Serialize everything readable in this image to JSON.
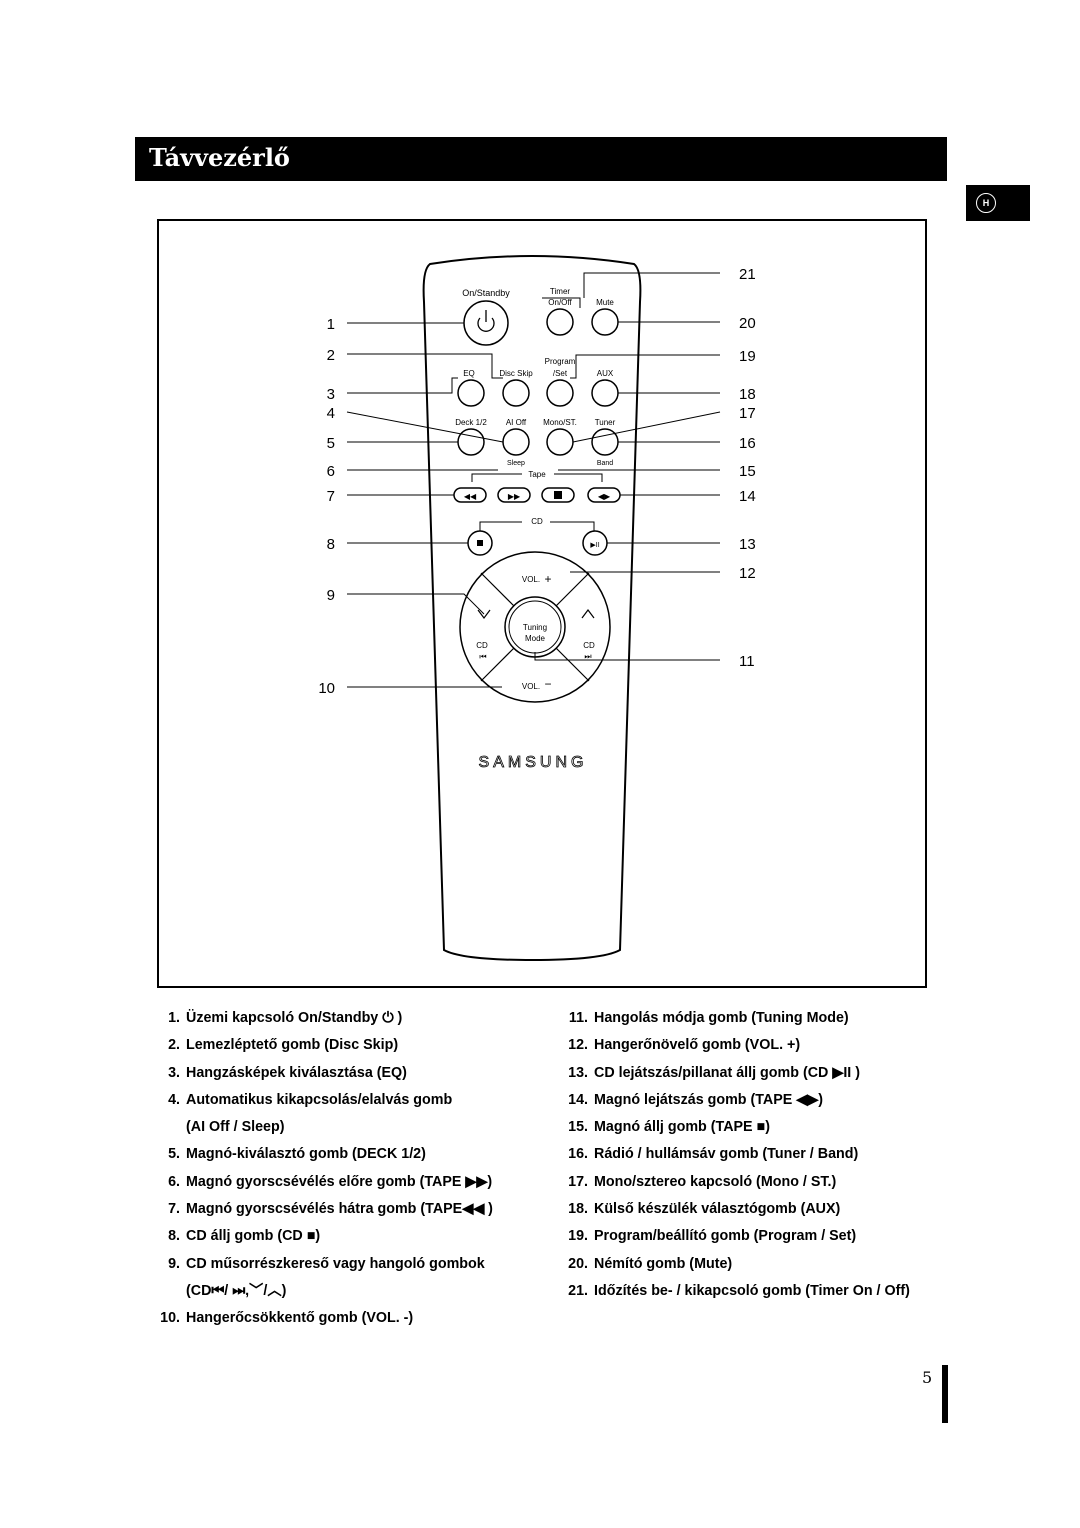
{
  "header": {
    "title": "Távvezérlő"
  },
  "lang_tab": {
    "label": "H"
  },
  "remote": {
    "brand": "SAMSUNG",
    "labels": {
      "on_standby": "On/Standby",
      "timer": "Timer",
      "on_off": "On/Off",
      "mute": "Mute",
      "program": "Program",
      "set": "/Set",
      "eq": "EQ",
      "disc_skip": "Disc Skip",
      "aux": "AUX",
      "deck": "Deck 1/2",
      "ai_off": "AI Off",
      "mono_st": "Mono/ST.",
      "tuner": "Tuner",
      "sleep": "Sleep",
      "band": "Band",
      "tape": "Tape",
      "cd": "CD",
      "vol_plus": "VOL.",
      "vol_minus": "VOL.",
      "tuning": "Tuning",
      "mode": "Mode",
      "cd_left": "CD",
      "cd_right": "CD"
    },
    "callouts_left": [
      "1",
      "2",
      "3",
      "4",
      "5",
      "6",
      "7",
      "8",
      "9",
      "10"
    ],
    "callouts_right": [
      "21",
      "20",
      "19",
      "18",
      "17",
      "16",
      "15",
      "14",
      "13",
      "12",
      "11"
    ]
  },
  "legend_left": [
    {
      "num": "1.",
      "text": "Üzemi kapcsoló  On/Standby ⏻ )",
      "prefix": "",
      "cont": ""
    },
    {
      "num": "2.",
      "text": "Lemezléptető gomb  (Disc Skip)",
      "cont": ""
    },
    {
      "num": "3.",
      "text": "Hangzásképek kiválasztása (EQ)",
      "cont": ""
    },
    {
      "num": "4.",
      "text": "Automatikus kikapcsolás/elalvás gomb",
      "cont": "(AI Off / Sleep)"
    },
    {
      "num": "5.",
      "text": "Magnó-kiválasztó gomb  (DECK 1/2)",
      "cont": ""
    },
    {
      "num": "6.",
      "text": "Magnó gyorscsévélés előre gomb  (TAPE ▶▶)",
      "cont": ""
    },
    {
      "num": "7.",
      "text": "Magnó gyorscsévélés hátra gomb  (TAPE◀◀ )",
      "cont": ""
    },
    {
      "num": "8.",
      "text": "CD állj gomb  (CD ■)",
      "cont": ""
    },
    {
      "num": "9.",
      "text": "CD műsorrészkereső vagy hangoló gombok",
      "cont": "(CD⏮/ ⏭,﹀/︿)"
    },
    {
      "num": "10.",
      "text": "Hangerőcsökkentő gomb  (VOL. -)",
      "cont": ""
    }
  ],
  "legend_right": [
    {
      "num": "11.",
      "text": "Hangolás módja gomb  (Tuning Mode)"
    },
    {
      "num": "12.",
      "text": "Hangerőnövelő gomb  (VOL. +)"
    },
    {
      "num": "13.",
      "text": "CD lejátszás/pillanat állj gomb  (CD ▶II )"
    },
    {
      "num": "14.",
      "text": "Magnó lejátszás gomb (TAPE  ◀▶)"
    },
    {
      "num": "15.",
      "text": "Magnó állj gomb (TAPE ■)"
    },
    {
      "num": "16.",
      "text": "Rádió / hullámsáv gomb  (Tuner / Band)"
    },
    {
      "num": "17.",
      "text": "Mono/sztereo kapcsoló  (Mono / ST.)"
    },
    {
      "num": "18.",
      "text": "Külső készülék választógomb (AUX)"
    },
    {
      "num": "19.",
      "text": "Program/beállító gomb (Program / Set)"
    },
    {
      "num": "20.",
      "text": "Némító gomb  (Mute)"
    },
    {
      "num": "21.",
      "text": "Időzítés be- / kikapcsoló gomb (Timer On / Off)"
    }
  ],
  "page": {
    "number": "5"
  }
}
